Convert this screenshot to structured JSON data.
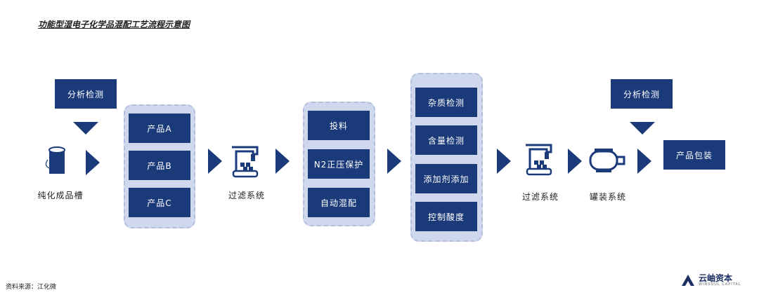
{
  "title": "功能型湿电子化学品混配工艺流程示意图",
  "steps": {
    "analysis_top_left": "分析检测",
    "tank_label": "纯化成品槽",
    "products": [
      "产品A",
      "产品B",
      "产品C"
    ],
    "filter_label_1": "过滤系统",
    "process": [
      "投料",
      "N2正压保护",
      "自动混配"
    ],
    "checks": [
      "杂质检测",
      "含量检测",
      "添加剂添加",
      "控制酸度"
    ],
    "filter_label_2": "过滤系统",
    "canning_label": "罐装系统",
    "analysis_top_right": "分析检测",
    "packaging": "产品包装"
  },
  "footer": {
    "source": "资料来源：江化微",
    "logo_text": "云岫资本",
    "logo_sub": "WINSOUL CAPITAL"
  },
  "colors": {
    "primary": "#1b3a7a",
    "group_bg": "#cfd8ec"
  }
}
